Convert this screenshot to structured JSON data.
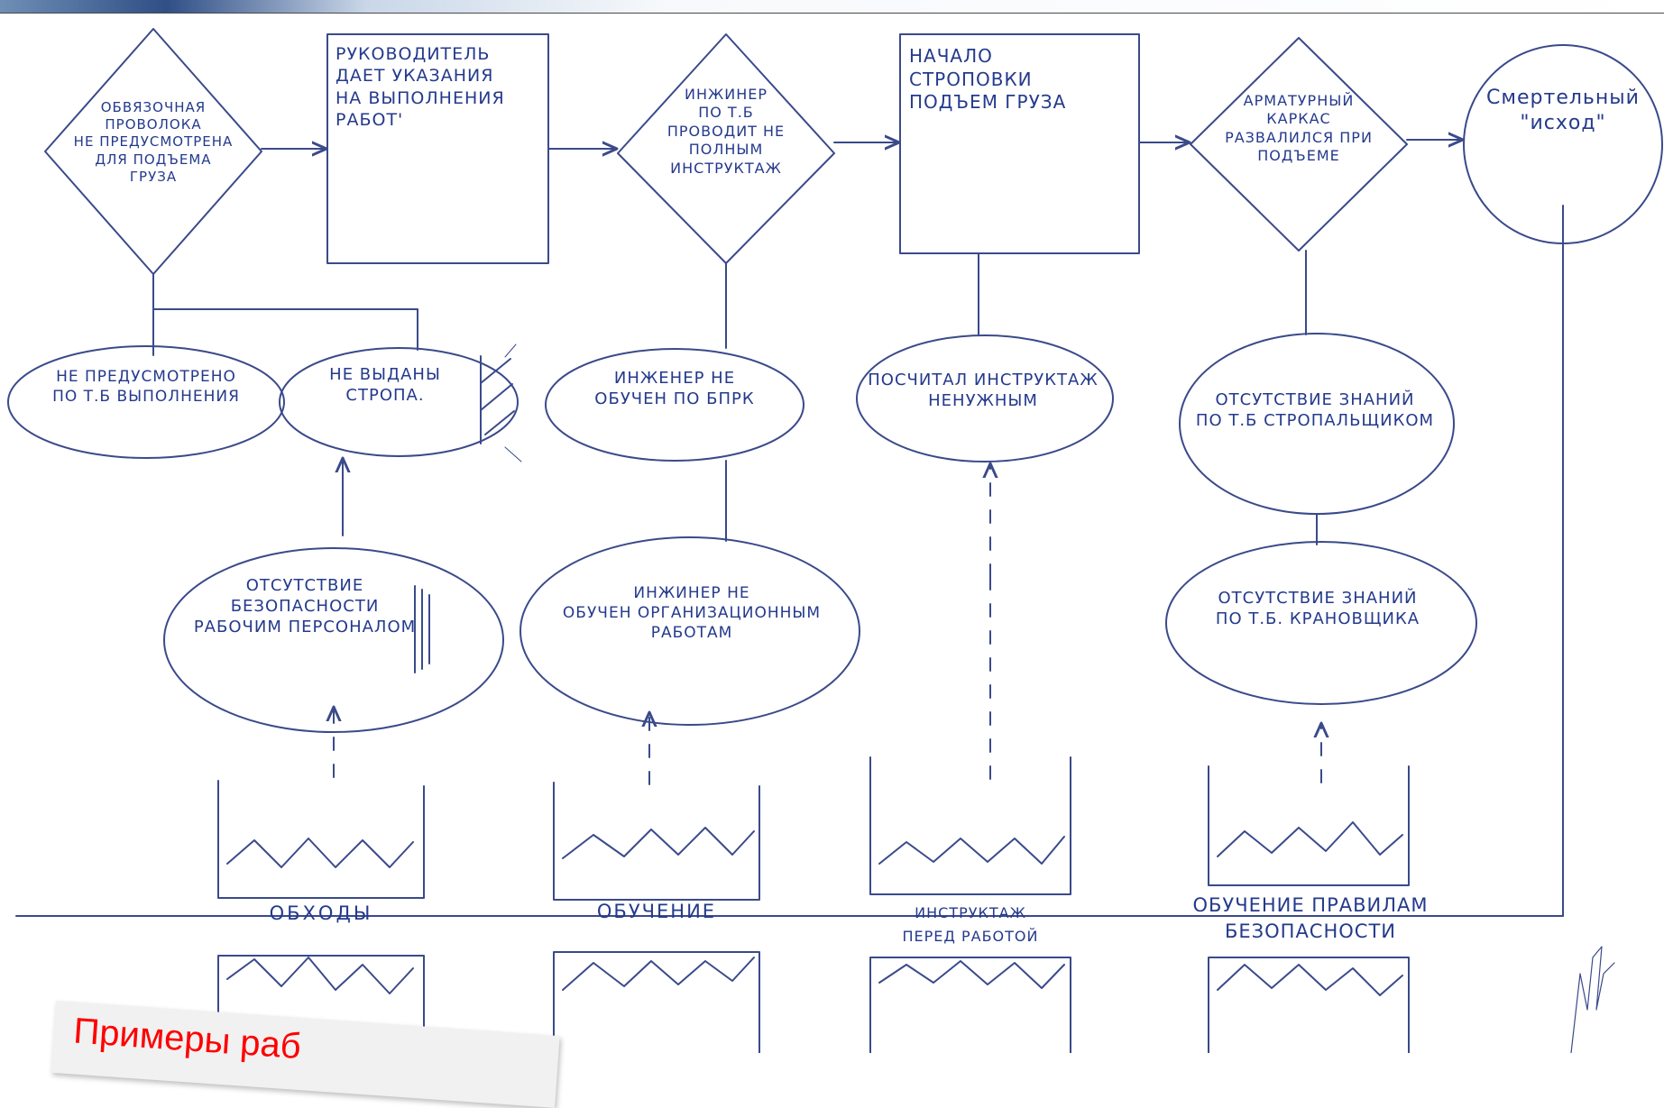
{
  "diagram": {
    "ink_color": "#243a8c",
    "top_row": [
      {
        "id": "d1",
        "shape": "diamond",
        "text": "обвязочная\nпроволока\nне предусмотрена\nдля подъема\nгруза"
      },
      {
        "id": "r1",
        "shape": "rectangle",
        "text": "Руководитель\nдает указания\nна выполнения\nработ'"
      },
      {
        "id": "d2",
        "shape": "diamond",
        "text": "инжинер\nпо Т.Б\nпроводит не\nполным\nинструктаж"
      },
      {
        "id": "r2",
        "shape": "rectangle",
        "text": "Начало\nстроповки\nподъем груза"
      },
      {
        "id": "d3",
        "shape": "diamond",
        "text": "арматурный\nкаркас\nразвалился при\nподъеме"
      },
      {
        "id": "c1",
        "shape": "circle",
        "text": "Смертельный\n\"исход\""
      }
    ],
    "middle_row": [
      {
        "id": "e1",
        "text": "не предусмотрено\nпо Т.Б выполнения"
      },
      {
        "id": "e2",
        "text": "не выданы\nстропа."
      },
      {
        "id": "e3",
        "text": "инженер не\nобучен по БПРК"
      },
      {
        "id": "e4",
        "text": "посчитал инструктаж\nненужным"
      },
      {
        "id": "e5",
        "text": "отсутствие знаний\nпо Т.Б стропальщиком"
      }
    ],
    "lower_row": [
      {
        "id": "e6",
        "text": "Отсутствие\nбезопасности\nрабочим персоналом"
      },
      {
        "id": "e7",
        "text": "инжинер не\nобучен организационным\nработам"
      },
      {
        "id": "e8",
        "text": "Отсутствие знаний\nпо Т.Б. крановщика"
      }
    ],
    "barriers": [
      {
        "id": "b1",
        "text": "обходы"
      },
      {
        "id": "b2",
        "text": "обучение"
      },
      {
        "id": "b3",
        "text": "инструктаж\nперед работой"
      },
      {
        "id": "b4",
        "text": "обучение правилам\nбезопасности"
      }
    ]
  },
  "banner": {
    "text": "Примеры раб",
    "color": "#ff0000"
  }
}
